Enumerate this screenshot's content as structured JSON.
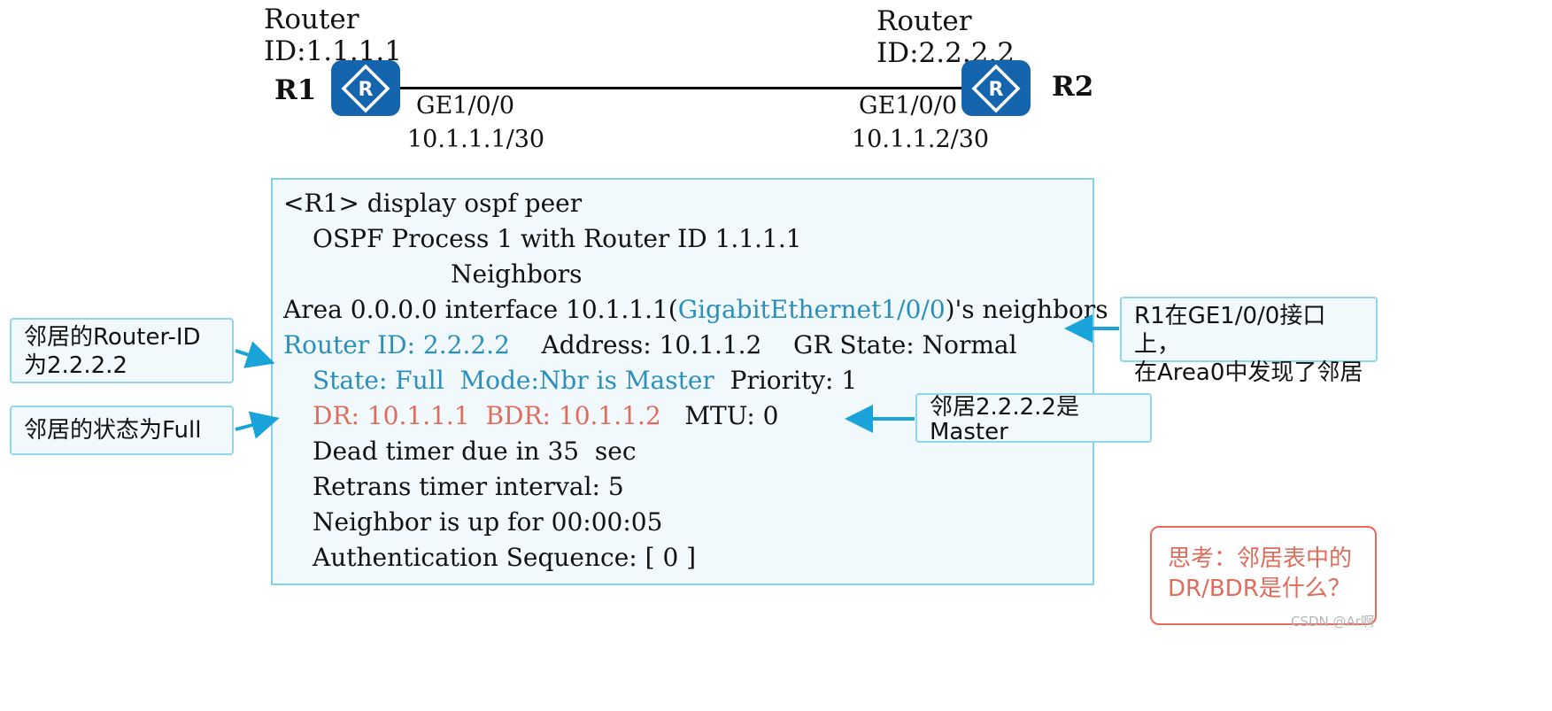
{
  "r1": {
    "id_line1": "Router",
    "id_line2": "ID:1.1.1.1",
    "name": "R1",
    "interface": "GE1/0/0",
    "ip": "10.1.1.1/30"
  },
  "r2": {
    "id_line1": "Router",
    "id_line2": "ID:2.2.2.2",
    "name": "R2",
    "interface": "GE1/0/0",
    "ip": "10.1.1.2/30"
  },
  "cli": {
    "l1": "<R1> display ospf peer",
    "l2": "OSPF Process 1 with Router ID 1.1.1.1",
    "l3": "Neighbors",
    "l4a": "Area 0.0.0.0 interface 10.1.1.1(",
    "l4b": "GigabitEthernet1/0/0",
    "l4c": ")'s neighbors",
    "l5a": "Router ID: 2.2.2.2",
    "l5b": "Address: 10.1.1.2",
    "l5c": "GR State: Normal",
    "l6a": "State: Full",
    "l6b": "Mode:Nbr is Master",
    "l6c": "Priority: 1",
    "l7a": "DR: 10.1.1.1",
    "l7b": "BDR: 10.1.1.2",
    "l7c": "MTU: 0",
    "l8": "Dead timer due in 35  sec",
    "l9": "Retrans timer interval: 5",
    "l10": "Neighbor is up for 00:00:05",
    "l11": "Authentication Sequence: [ 0 ]"
  },
  "callouts": {
    "router_id_l1": "邻居的Router-ID",
    "router_id_l2": "为2.2.2.2",
    "state": "邻居的状态为Full",
    "area_l1": "R1在GE1/0/0接口上，",
    "area_l2": "在Area0中发现了邻居",
    "master_l1": "邻居2.2.2.2是",
    "master_l2": "Master"
  },
  "question": {
    "l1": "思考：邻居表中的",
    "l2": "DR/BDR是什么？"
  },
  "watermark": "CSDN @Ar啊",
  "colors": {
    "router_icon": "#1565ae",
    "highlight_blue": "#2a8fbd",
    "highlight_red": "#e06c5b",
    "arrow": "#1aa3d9",
    "box_border": "#7fd3e8"
  }
}
